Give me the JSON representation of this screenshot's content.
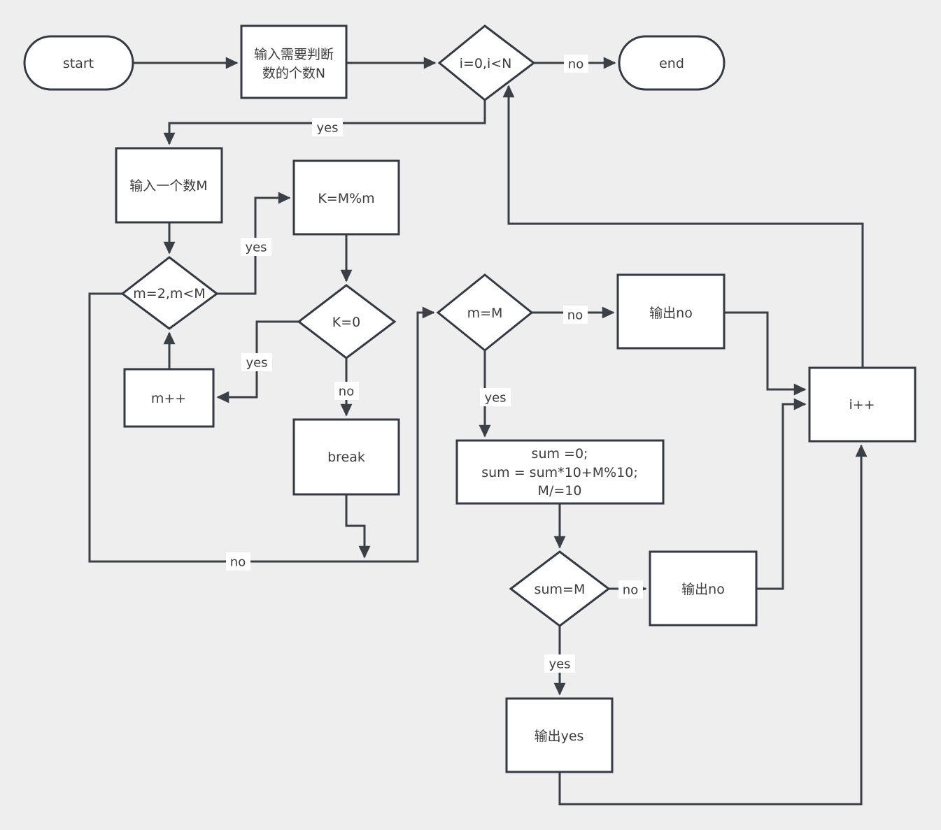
{
  "canvas": {
    "background_color": "#eeeeee",
    "shape_fill": "#ffffff",
    "stroke_color": "#333a41",
    "text_color": "#3d3d3d"
  },
  "nodes": {
    "start": {
      "label": "start"
    },
    "input_n": {
      "line1": "输入需要判断",
      "line2": "数的个数N"
    },
    "loop_cond": {
      "label": "i=0,i<N"
    },
    "end": {
      "label": "end"
    },
    "input_m": {
      "label": "输入一个数M"
    },
    "m_init": {
      "label": "m=2,m<M"
    },
    "k_assign": {
      "label": "K=M%m"
    },
    "k_zero": {
      "label": "K=0"
    },
    "m_inc": {
      "label": "m++"
    },
    "break_stmt": {
      "label": "break"
    },
    "m_eq_M": {
      "label": "m=M"
    },
    "output_no_1": {
      "label": "输出no"
    },
    "sum_calc": {
      "line1": "sum =0;",
      "line2": "sum = sum*10+M%10;",
      "line3": "M/=10"
    },
    "sum_eq_M": {
      "label": "sum=M"
    },
    "output_no_2": {
      "label": "输出no"
    },
    "output_yes": {
      "label": "输出yes"
    },
    "i_inc": {
      "label": "i++"
    }
  },
  "edge_labels": {
    "loop_no": "no",
    "loop_yes": "yes",
    "minit_yes": "yes",
    "minit_no": "no",
    "kzero_yes": "yes",
    "kzero_no": "no",
    "meqM_no": "no",
    "meqM_yes": "yes",
    "sumeqM_no": "no",
    "sumeqM_yes": "yes"
  }
}
